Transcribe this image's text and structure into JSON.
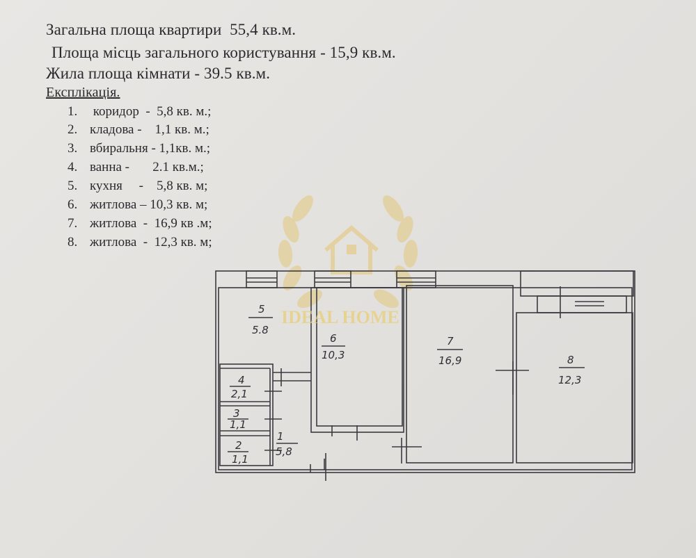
{
  "summary": {
    "total_area": "Загальна площа квартири  55,4 кв.м.",
    "common_area": "Площа місць загального користування - 15,9 кв.м.",
    "living_area": "Жила площа кімнати - 39.5 кв.м."
  },
  "explication": {
    "heading": "Експлікація.",
    "items": [
      {
        "num": "1.",
        "text": " коридор  -  5,8 кв. м.;"
      },
      {
        "num": "2.",
        "text": "кладова -    1,1 кв. м.;"
      },
      {
        "num": "3.",
        "text": "вбиральня - 1,1кв. м.;"
      },
      {
        "num": "4.",
        "text": "ванна -       2.1 кв.м.;"
      },
      {
        "num": "5.",
        "text": "кухня     -    5,8 кв. м;"
      },
      {
        "num": "6.",
        "text": "житлова – 10,3 кв. м;"
      },
      {
        "num": "7.",
        "text": "житлова  -  16,9 кв .м;"
      },
      {
        "num": "8.",
        "text": "житлова  -  12,3 кв. м;"
      }
    ]
  },
  "plan": {
    "rooms": [
      {
        "num": "1",
        "area": "5,8"
      },
      {
        "num": "2",
        "area": "1,1"
      },
      {
        "num": "3",
        "area": "1,1"
      },
      {
        "num": "4",
        "area": "2,1"
      },
      {
        "num": "5",
        "area": "5.8"
      },
      {
        "num": "6",
        "area": "10,3"
      },
      {
        "num": "7",
        "area": "16,9"
      },
      {
        "num": "8",
        "area": "12,3"
      }
    ]
  },
  "watermark": {
    "text": "IDEAL HOME",
    "color": "#e8cf7a"
  }
}
